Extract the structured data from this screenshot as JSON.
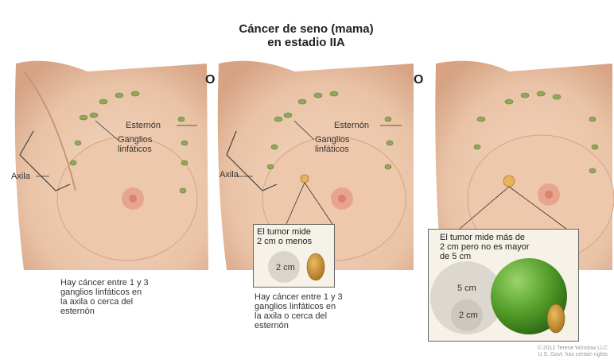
{
  "title": {
    "line1": "Cáncer de seno (mama)",
    "line2": "en estadio IIA"
  },
  "or_label": "O",
  "panels": [
    {
      "labels": {
        "esternon": "Esternón",
        "ganglios_1": "Ganglios",
        "ganglios_2": "linfáticos",
        "axila": "Axila"
      },
      "note": [
        "Hay cáncer entre 1 y 3",
        "ganglios linfáticos en",
        "la axila o cerca del",
        "esternón"
      ]
    },
    {
      "labels": {
        "esternon": "Esternón",
        "ganglios_1": "Ganglios",
        "ganglios_2": "linfáticos",
        "axila": "Axila"
      },
      "box": {
        "title": [
          "El tumor mide",
          "2 cm o menos"
        ],
        "size_label": "2 cm"
      },
      "note": [
        "Hay cáncer entre 1 y 3",
        "ganglios linfáticos en",
        "la axila o cerca del",
        "esternón"
      ]
    },
    {
      "box": {
        "title": [
          "El tumor mide más de",
          "2 cm pero no es mayor",
          "de 5 cm"
        ],
        "size_label_large": "5 cm",
        "size_label_small": "2 cm"
      }
    }
  ],
  "credit": [
    "© 2012 Terese Winslow LLC",
    "U.S. Govt. has certain rights"
  ],
  "colors": {
    "skin": "#e9c3a6",
    "skin_shadow": "#d9a98a",
    "areola": "#e7a58f",
    "nipple": "#d9826d",
    "node": "#8fa85a",
    "lime": "#5aa82d",
    "almond": "#c9942f"
  }
}
